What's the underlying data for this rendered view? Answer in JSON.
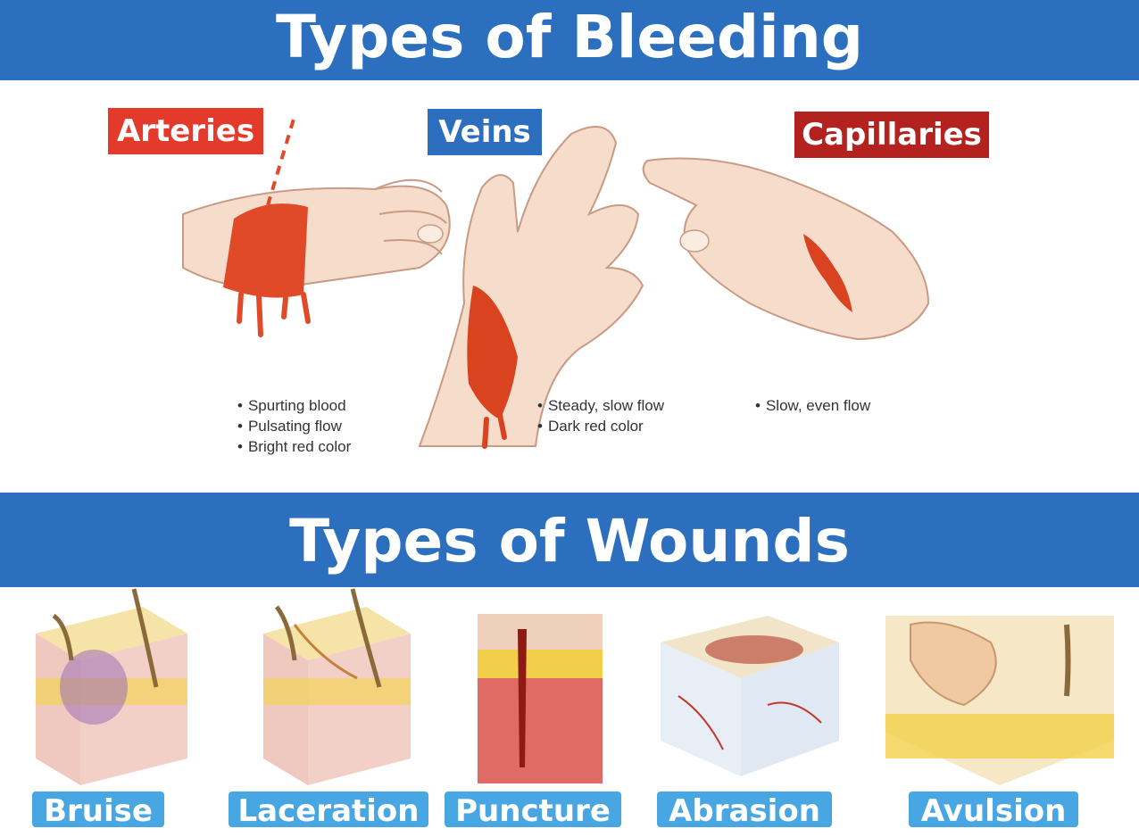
{
  "header": {
    "title": "Types of Bleeding"
  },
  "bleeding": [
    {
      "name": "Arteries",
      "color": "#e43a2c",
      "points": [
        "Spurting blood",
        "Pulsating flow",
        "Bright red color"
      ]
    },
    {
      "name": "Veins",
      "color": "#2c6fbe",
      "points": [
        "Steady, slow flow",
        "Dark red color"
      ]
    },
    {
      "name": "Capillaries",
      "color": "#b3221e",
      "points": [
        "Slow, even flow"
      ]
    }
  ],
  "wounds_header": {
    "title": "Types of Wounds"
  },
  "wounds": [
    {
      "label": "Bruise"
    },
    {
      "label": "Laceration"
    },
    {
      "label": "Puncture"
    },
    {
      "label": "Abrasion"
    },
    {
      "label": "Avulsion"
    }
  ],
  "colors": {
    "banner": "#2c6fbe",
    "wound_label": "#48a6e3",
    "blood": "#e0502f"
  }
}
